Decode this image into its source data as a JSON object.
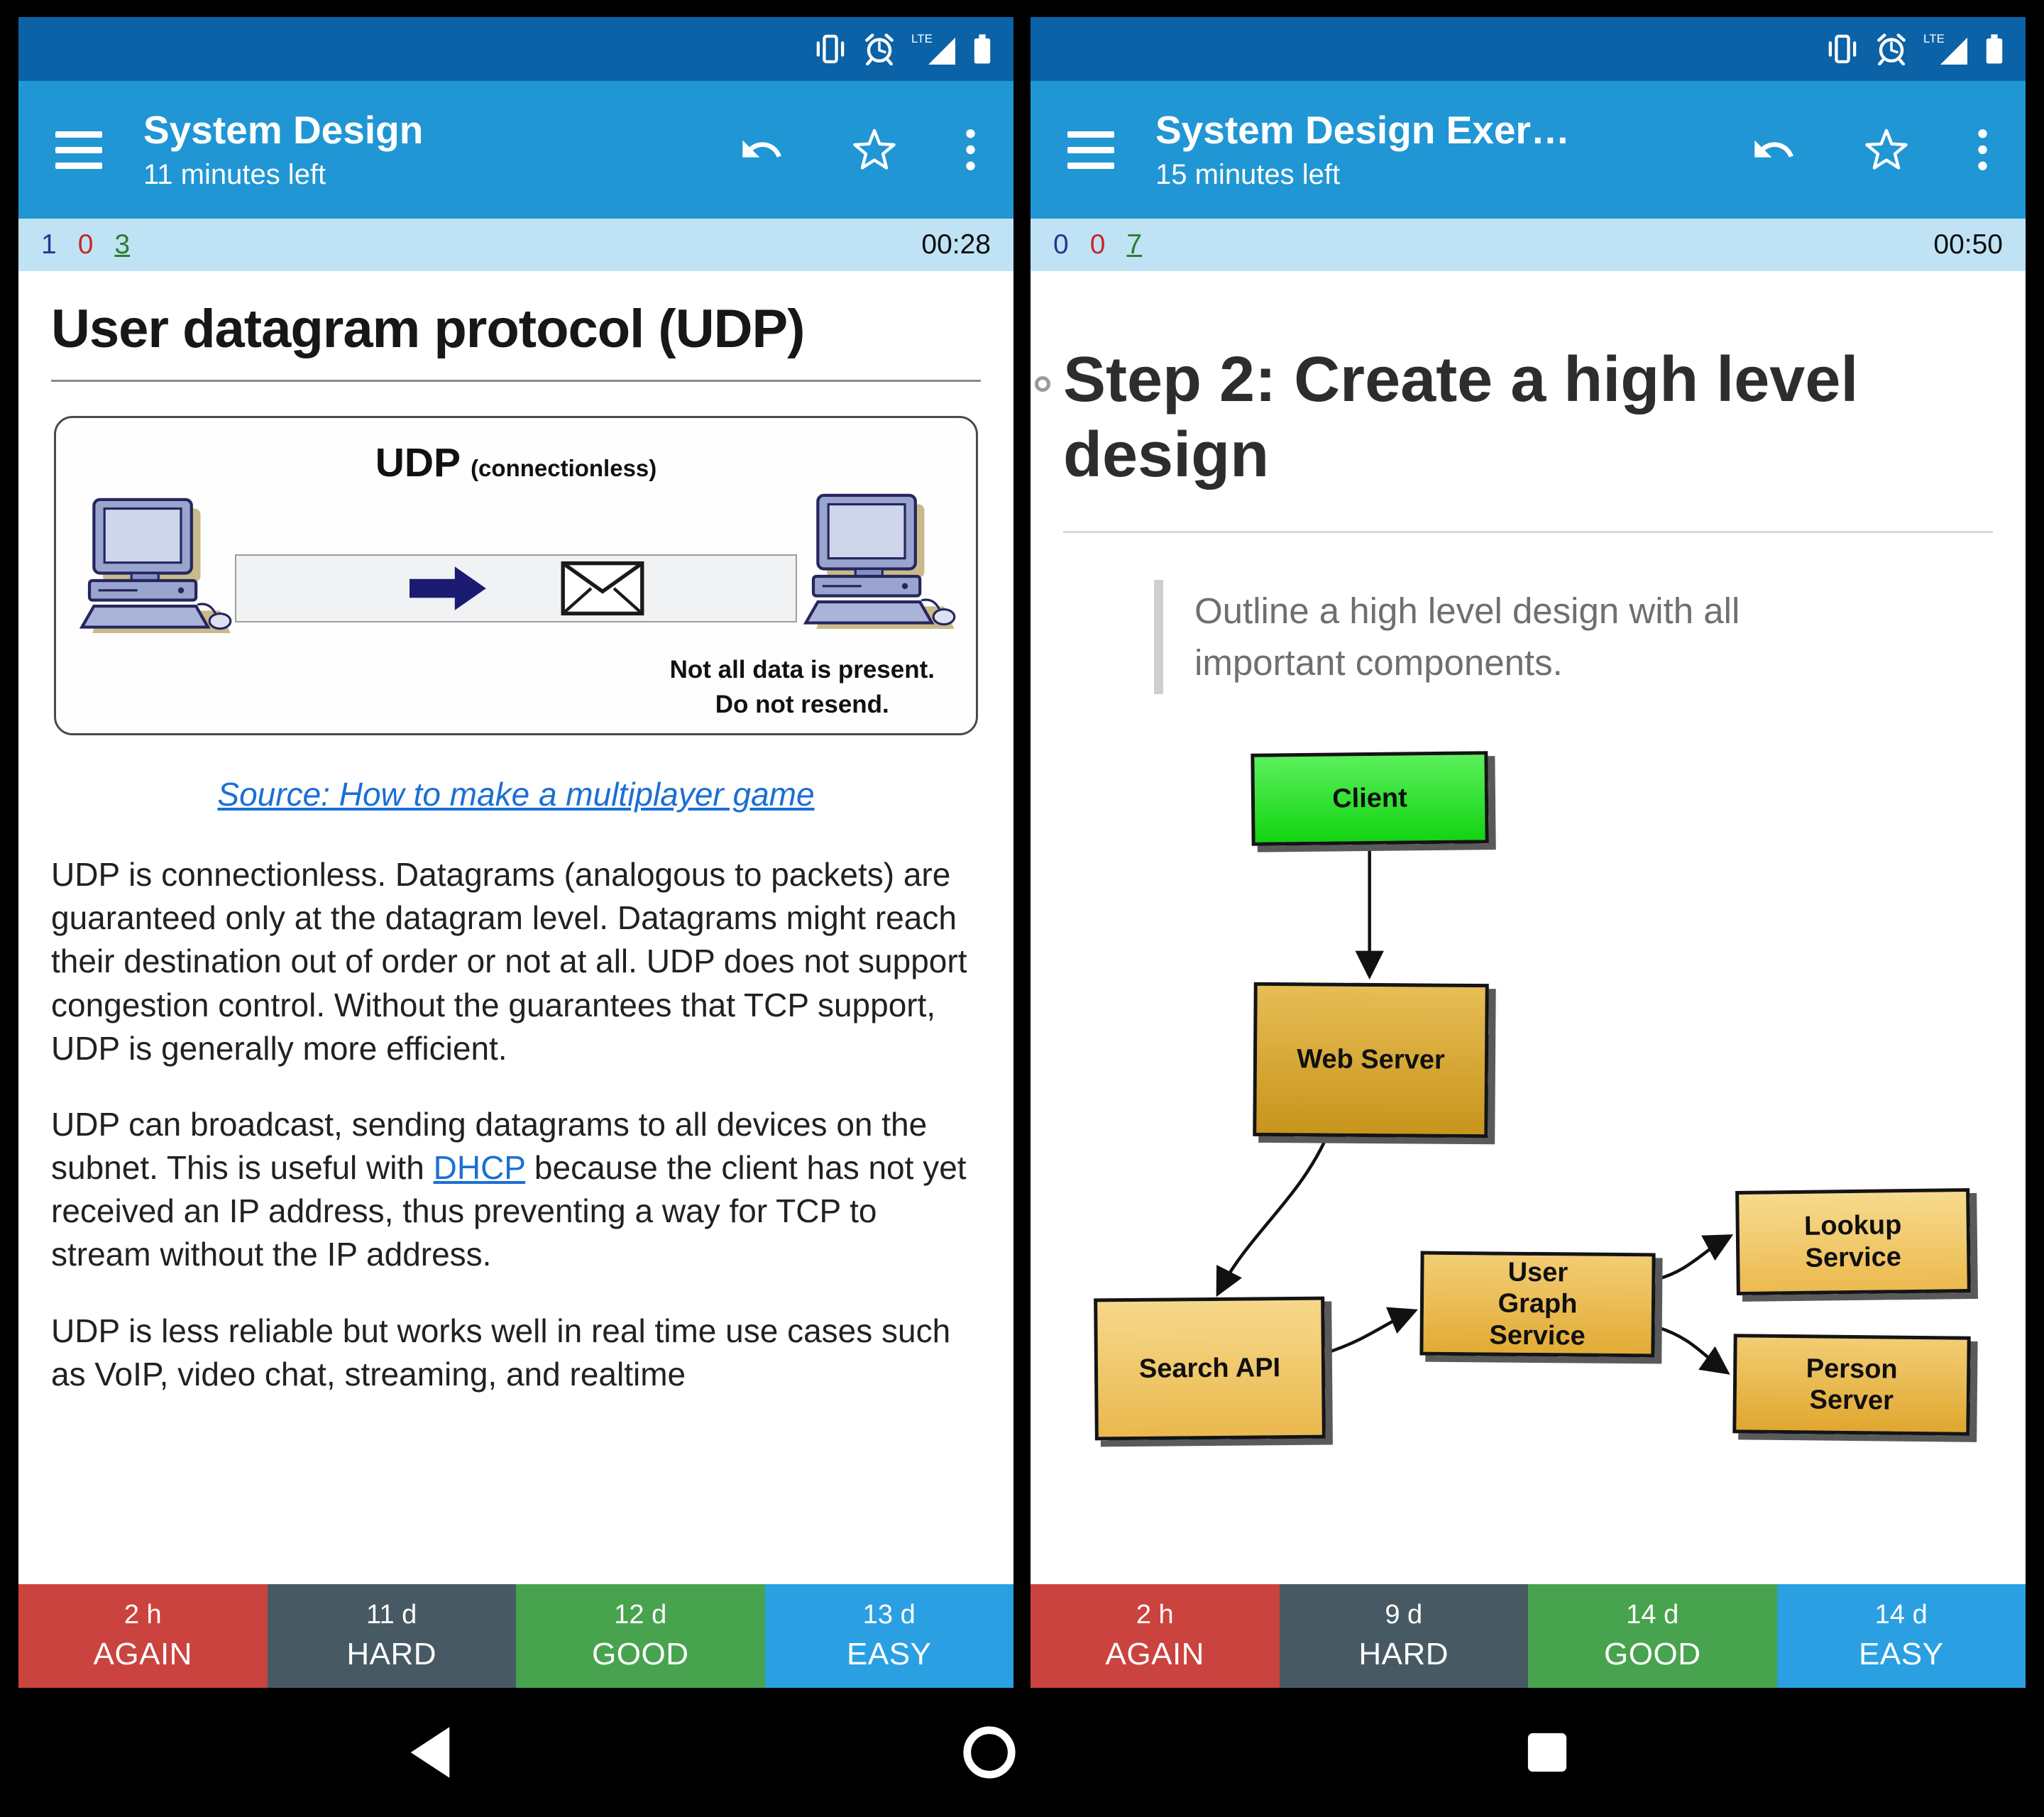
{
  "colors": {
    "status_bar": "#0b62a6",
    "toolbar": "#2196d4",
    "counts_bar": "#bfe3f5",
    "count_new": "#283593",
    "count_learning": "#c62828",
    "count_review": "#2e7d32",
    "again_button": "#cb433e",
    "hard_button": "#475a64",
    "good_button": "#48a34e",
    "easy_button": "#2aa0e2",
    "link": "#1a6fd4",
    "client_node": "#2fe02f",
    "server_node": "#d9a62e"
  },
  "status": {
    "network": "LTE",
    "icons": [
      "vibrate-icon",
      "alarm-icon",
      "signal-icon",
      "battery-icon"
    ]
  },
  "navbar": {
    "icons": [
      "back-icon",
      "home-icon",
      "recents-icon"
    ]
  },
  "left": {
    "toolbar": {
      "title": "System Design",
      "subtitle": "11 minutes left",
      "icons": [
        "menu-icon",
        "undo-icon",
        "star-icon",
        "overflow-icon"
      ]
    },
    "counts": {
      "new": "1",
      "learning": "0",
      "review": "3",
      "timer": "00:28"
    },
    "card": {
      "heading": "User datagram protocol (UDP)",
      "diagram": {
        "title": "UDP",
        "subtitle": "(connectionless)",
        "note_line1": "Not all data is present.",
        "note_line2": "Do not resend."
      },
      "source_link": "Source: How to make a multiplayer game",
      "p1": "UDP is connectionless. Datagrams (analogous to packets) are guaranteed only at the datagram level. Datagrams might reach their destination out of order or not at all. UDP does not support congestion control. Without the guarantees that TCP support, UDP is generally more efficient.",
      "p2_pre": "UDP can broadcast, sending datagrams to all devices on the subnet. This is useful with ",
      "p2_link": "DHCP",
      "p2_post": " because the client has not yet received an IP address, thus preventing a way for TCP to stream without the IP address.",
      "p3": "UDP is less reliable but works well in real time use cases such as VoIP, video chat, streaming, and realtime"
    },
    "answers": [
      {
        "time": "2 h",
        "label": "AGAIN"
      },
      {
        "time": "11 d",
        "label": "HARD"
      },
      {
        "time": "12 d",
        "label": "GOOD"
      },
      {
        "time": "13 d",
        "label": "EASY"
      }
    ]
  },
  "right": {
    "toolbar": {
      "title": "System Design Exer…",
      "subtitle": "15 minutes left",
      "icons": [
        "menu-icon",
        "undo-icon",
        "star-icon",
        "overflow-icon"
      ]
    },
    "counts": {
      "new": "0",
      "learning": "0",
      "review": "7",
      "timer": "00:50"
    },
    "card": {
      "heading": "Step 2: Create a high level design",
      "quote": "Outline a high level design with all important components.",
      "nodes": {
        "client": "Client",
        "web_server": "Web Server",
        "search_api": "Search API",
        "user_graph_service": "User Graph Service",
        "lookup_service": "Lookup Service",
        "person_server": "Person Server"
      }
    },
    "answers": [
      {
        "time": "2 h",
        "label": "AGAIN"
      },
      {
        "time": "9 d",
        "label": "HARD"
      },
      {
        "time": "14 d",
        "label": "GOOD"
      },
      {
        "time": "14 d",
        "label": "EASY"
      }
    ]
  }
}
